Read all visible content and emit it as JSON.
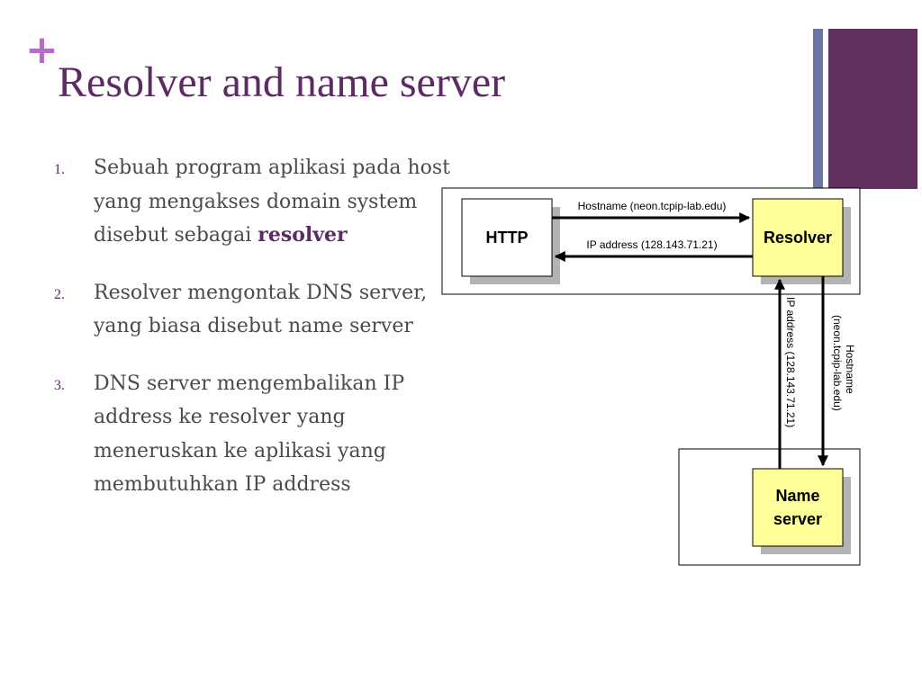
{
  "slide": {
    "plus": "+",
    "title": "Resolver and name server"
  },
  "list": {
    "items": [
      {
        "num": "1.",
        "text": "Sebuah program aplikasi pada host yang mengakses domain system disebut sebagai ",
        "bold": "resolver"
      },
      {
        "num": "2.",
        "text": "Resolver mengontak DNS server, yang biasa disebut name server",
        "bold": ""
      },
      {
        "num": "3.",
        "text": "DNS server mengembalikan IP address ke resolver yang meneruskan ke aplikasi yang membutuhkan IP address",
        "bold": ""
      }
    ]
  },
  "diagram": {
    "http_label": "HTTP",
    "resolver_label": "Resolver",
    "nameserver_line1": "Name",
    "nameserver_line2": "server",
    "arrow_hostname": "Hostname (neon.tcpip-lab.edu)",
    "arrow_ip": "IP address (128.143.71.21)",
    "vert_ip": "IP address (128.143.71.21)",
    "vert_hostname_line1": "Hostname",
    "vert_hostname_line2": "(neon.tcpip-lab.edu)",
    "colors": {
      "node_fill": "#ffff99",
      "shadow": "#b3b3b3"
    }
  }
}
